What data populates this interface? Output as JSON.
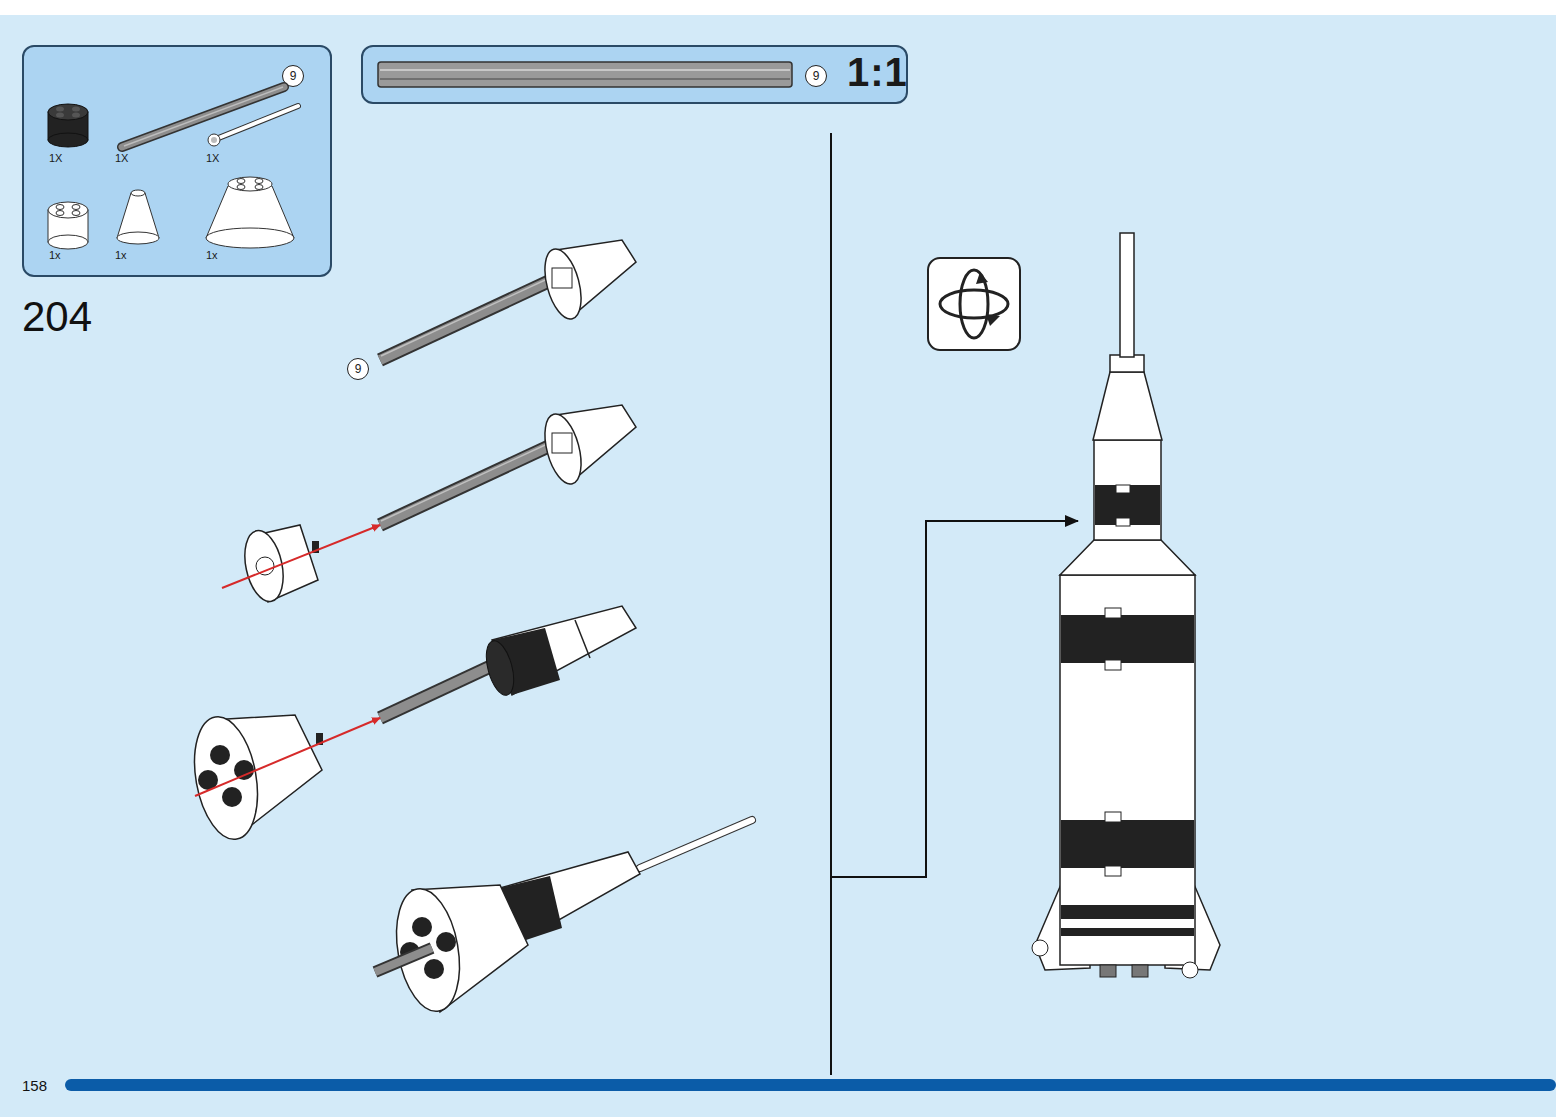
{
  "diagram": {
    "nodes": [
      {
        "text": [
          "1X",
          "1X",
          "1X",
          "1x",
          "1x",
          "1x"
        ]
      },
      {
        "text": [
          "9"
        ],
        "in": 0
      },
      {
        "text": [
          "1:1"
        ]
      },
      {
        "text": [
          "9"
        ],
        "in": 2
      },
      {
        "text": [
          "9"
        ]
      }
    ],
    "labels": [
      "204",
      "158"
    ]
  }
}
